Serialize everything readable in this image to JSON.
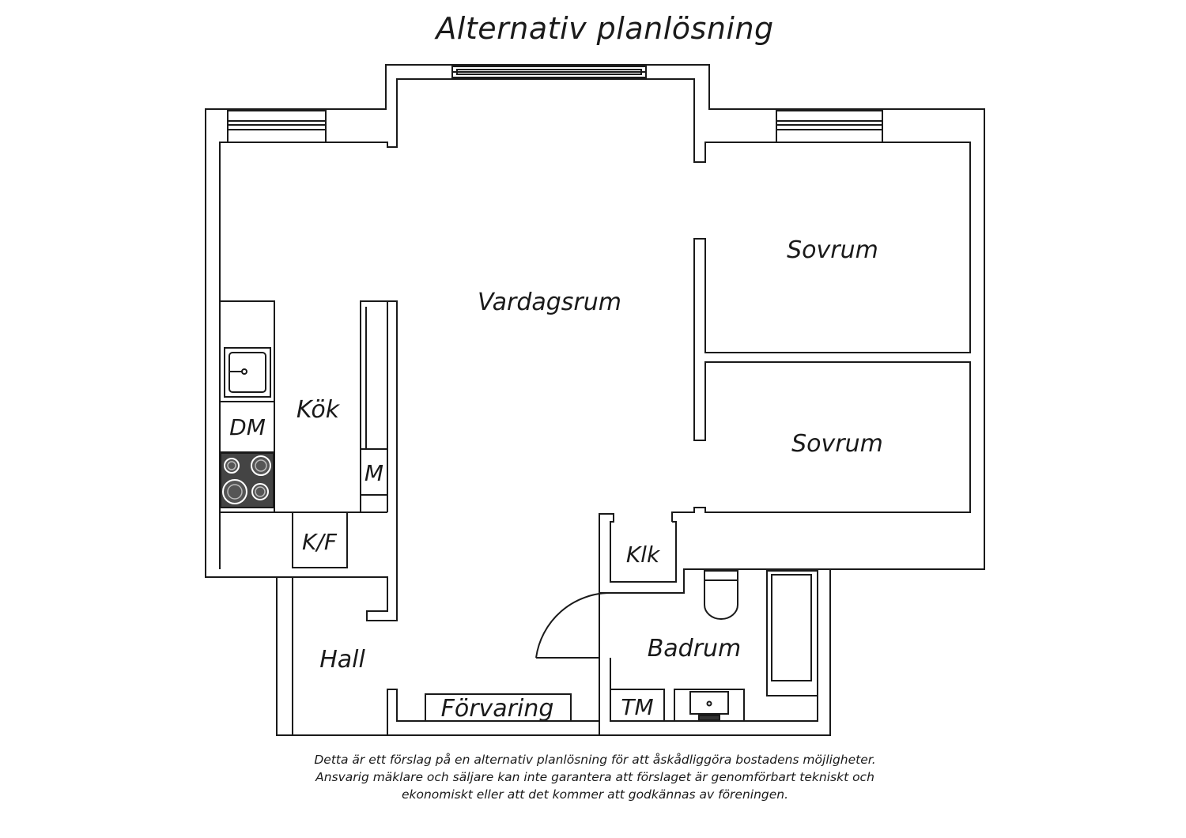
{
  "title": "Alternativ planlösning",
  "rooms": {
    "vardagsrum": "Vardagsrum",
    "sovrum_1": "Sovrum",
    "sovrum_2": "Sovrum",
    "kok": "Kök",
    "dm": "DM",
    "m": "M",
    "kf": "K/F",
    "klk": "Klk",
    "badrum": "Badrum",
    "hall": "Hall",
    "forvaring": "Förvaring",
    "tm": "TM"
  },
  "disclaimer": {
    "line1": "Detta är ett förslag på en alternativ planlösning för att åskådliggöra bostadens möjligheter.",
    "line2": "Ansvarig mäklare och säljare kan inte garantera att förslaget är genomförbart tekniskt och",
    "line3": "ekonomiskt eller att det kommer att godkännas av föreningen."
  }
}
